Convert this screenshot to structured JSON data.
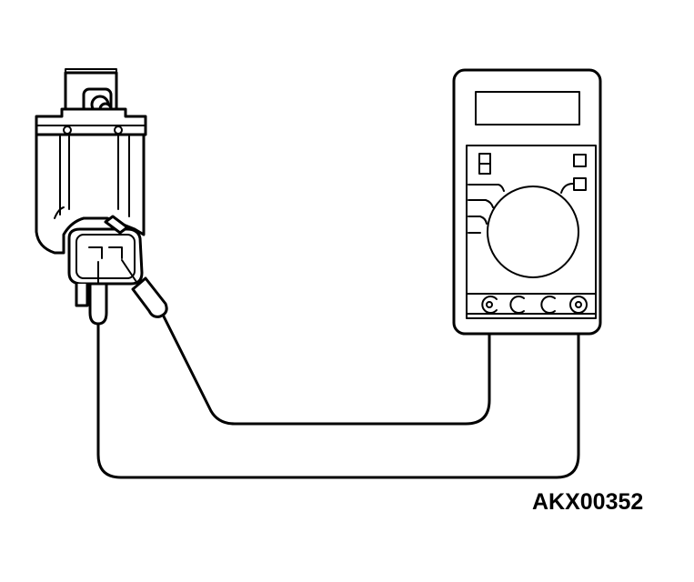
{
  "figure": {
    "code": "AKX00352"
  },
  "components": {
    "sensor_icon": "solenoid-valve-with-connector",
    "meter_icon": "digital-multimeter"
  },
  "colors": {
    "ink": "#000000",
    "background": "#ffffff"
  }
}
